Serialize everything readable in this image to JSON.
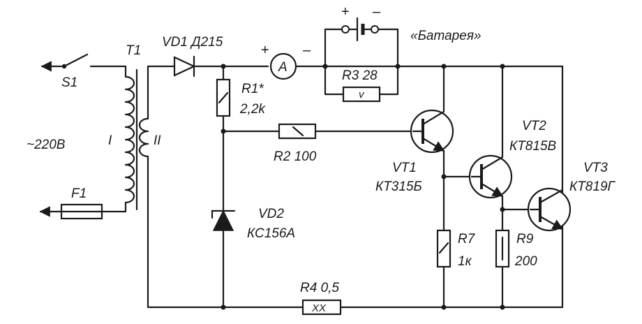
{
  "labels": {
    "s1": "S1",
    "mains": "~220В",
    "f1": "F1",
    "t1": "T1",
    "winding_primary": "I",
    "winding_secondary": "II",
    "vd1": "VD1 Д215",
    "r1_name": "R1*",
    "r1_value": "2,2k",
    "ammeter": "A",
    "plus_ammeter": "+",
    "minus_ammeter": "–",
    "plus_battery": "+",
    "minus_battery": "–",
    "battery": "«Батарея»",
    "r3": "R3 28",
    "r3_mark": "v",
    "r2": "R2 100",
    "vd2_name": "VD2",
    "vd2_value": "КС156А",
    "r4": "R4 0,5",
    "r4_mark": "XX",
    "vt1_name": "VT1",
    "vt1_value": "КТ315Б",
    "vt2_name": "VT2",
    "vt2_value": "КТ815В",
    "vt3_name": "VT3",
    "vt3_value": "КТ819Г",
    "r7_name": "R7",
    "r7_value": "1к",
    "r9_name": "R9",
    "r9_value": "200"
  }
}
